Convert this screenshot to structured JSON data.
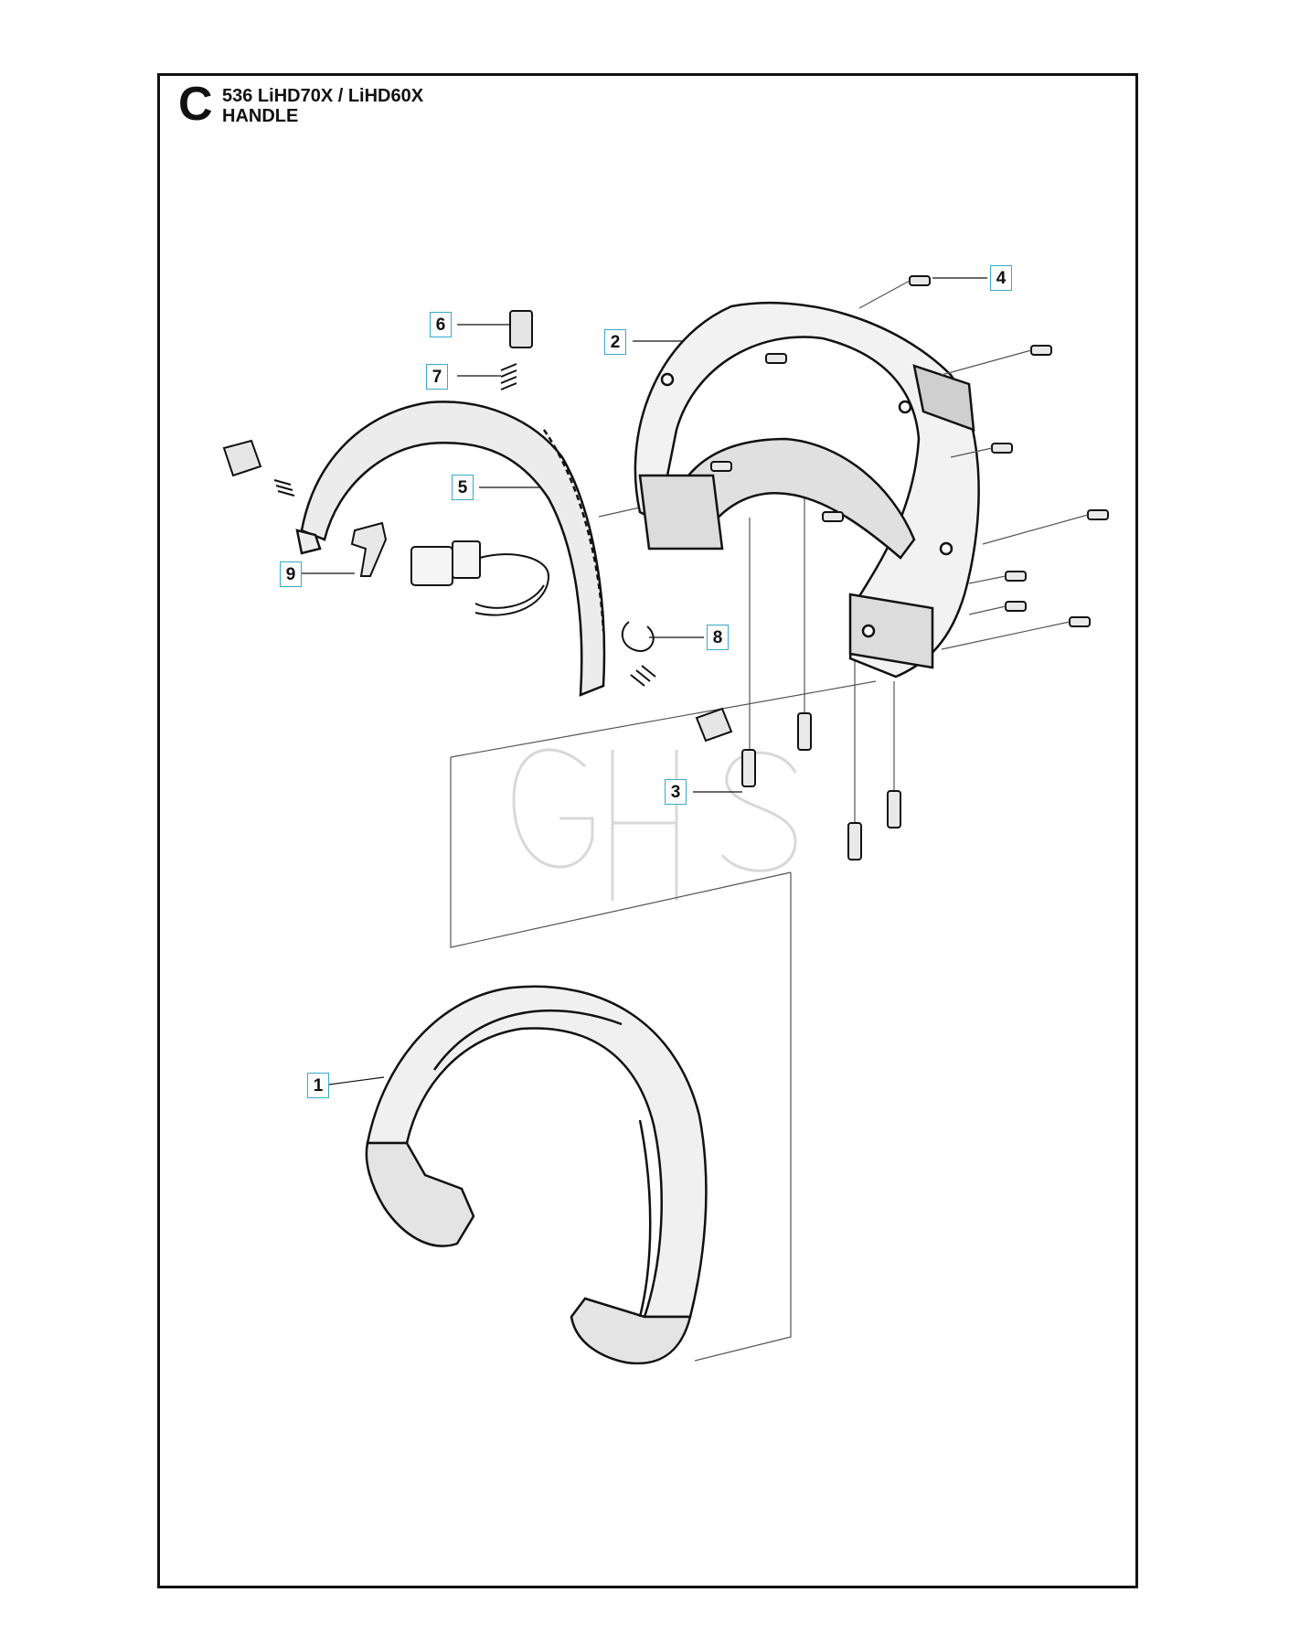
{
  "section": {
    "letter": "C"
  },
  "title": {
    "line1": "536 LiHD70X / LiHD60X",
    "line2": "HANDLE"
  },
  "callouts": [
    "1",
    "2",
    "3",
    "4",
    "5",
    "6",
    "7",
    "8",
    "9"
  ],
  "watermark": {
    "text": "GHS"
  },
  "colors": {
    "line": "#111111",
    "callout_border": "#39a9c9",
    "watermark": "#d8d8d8"
  }
}
